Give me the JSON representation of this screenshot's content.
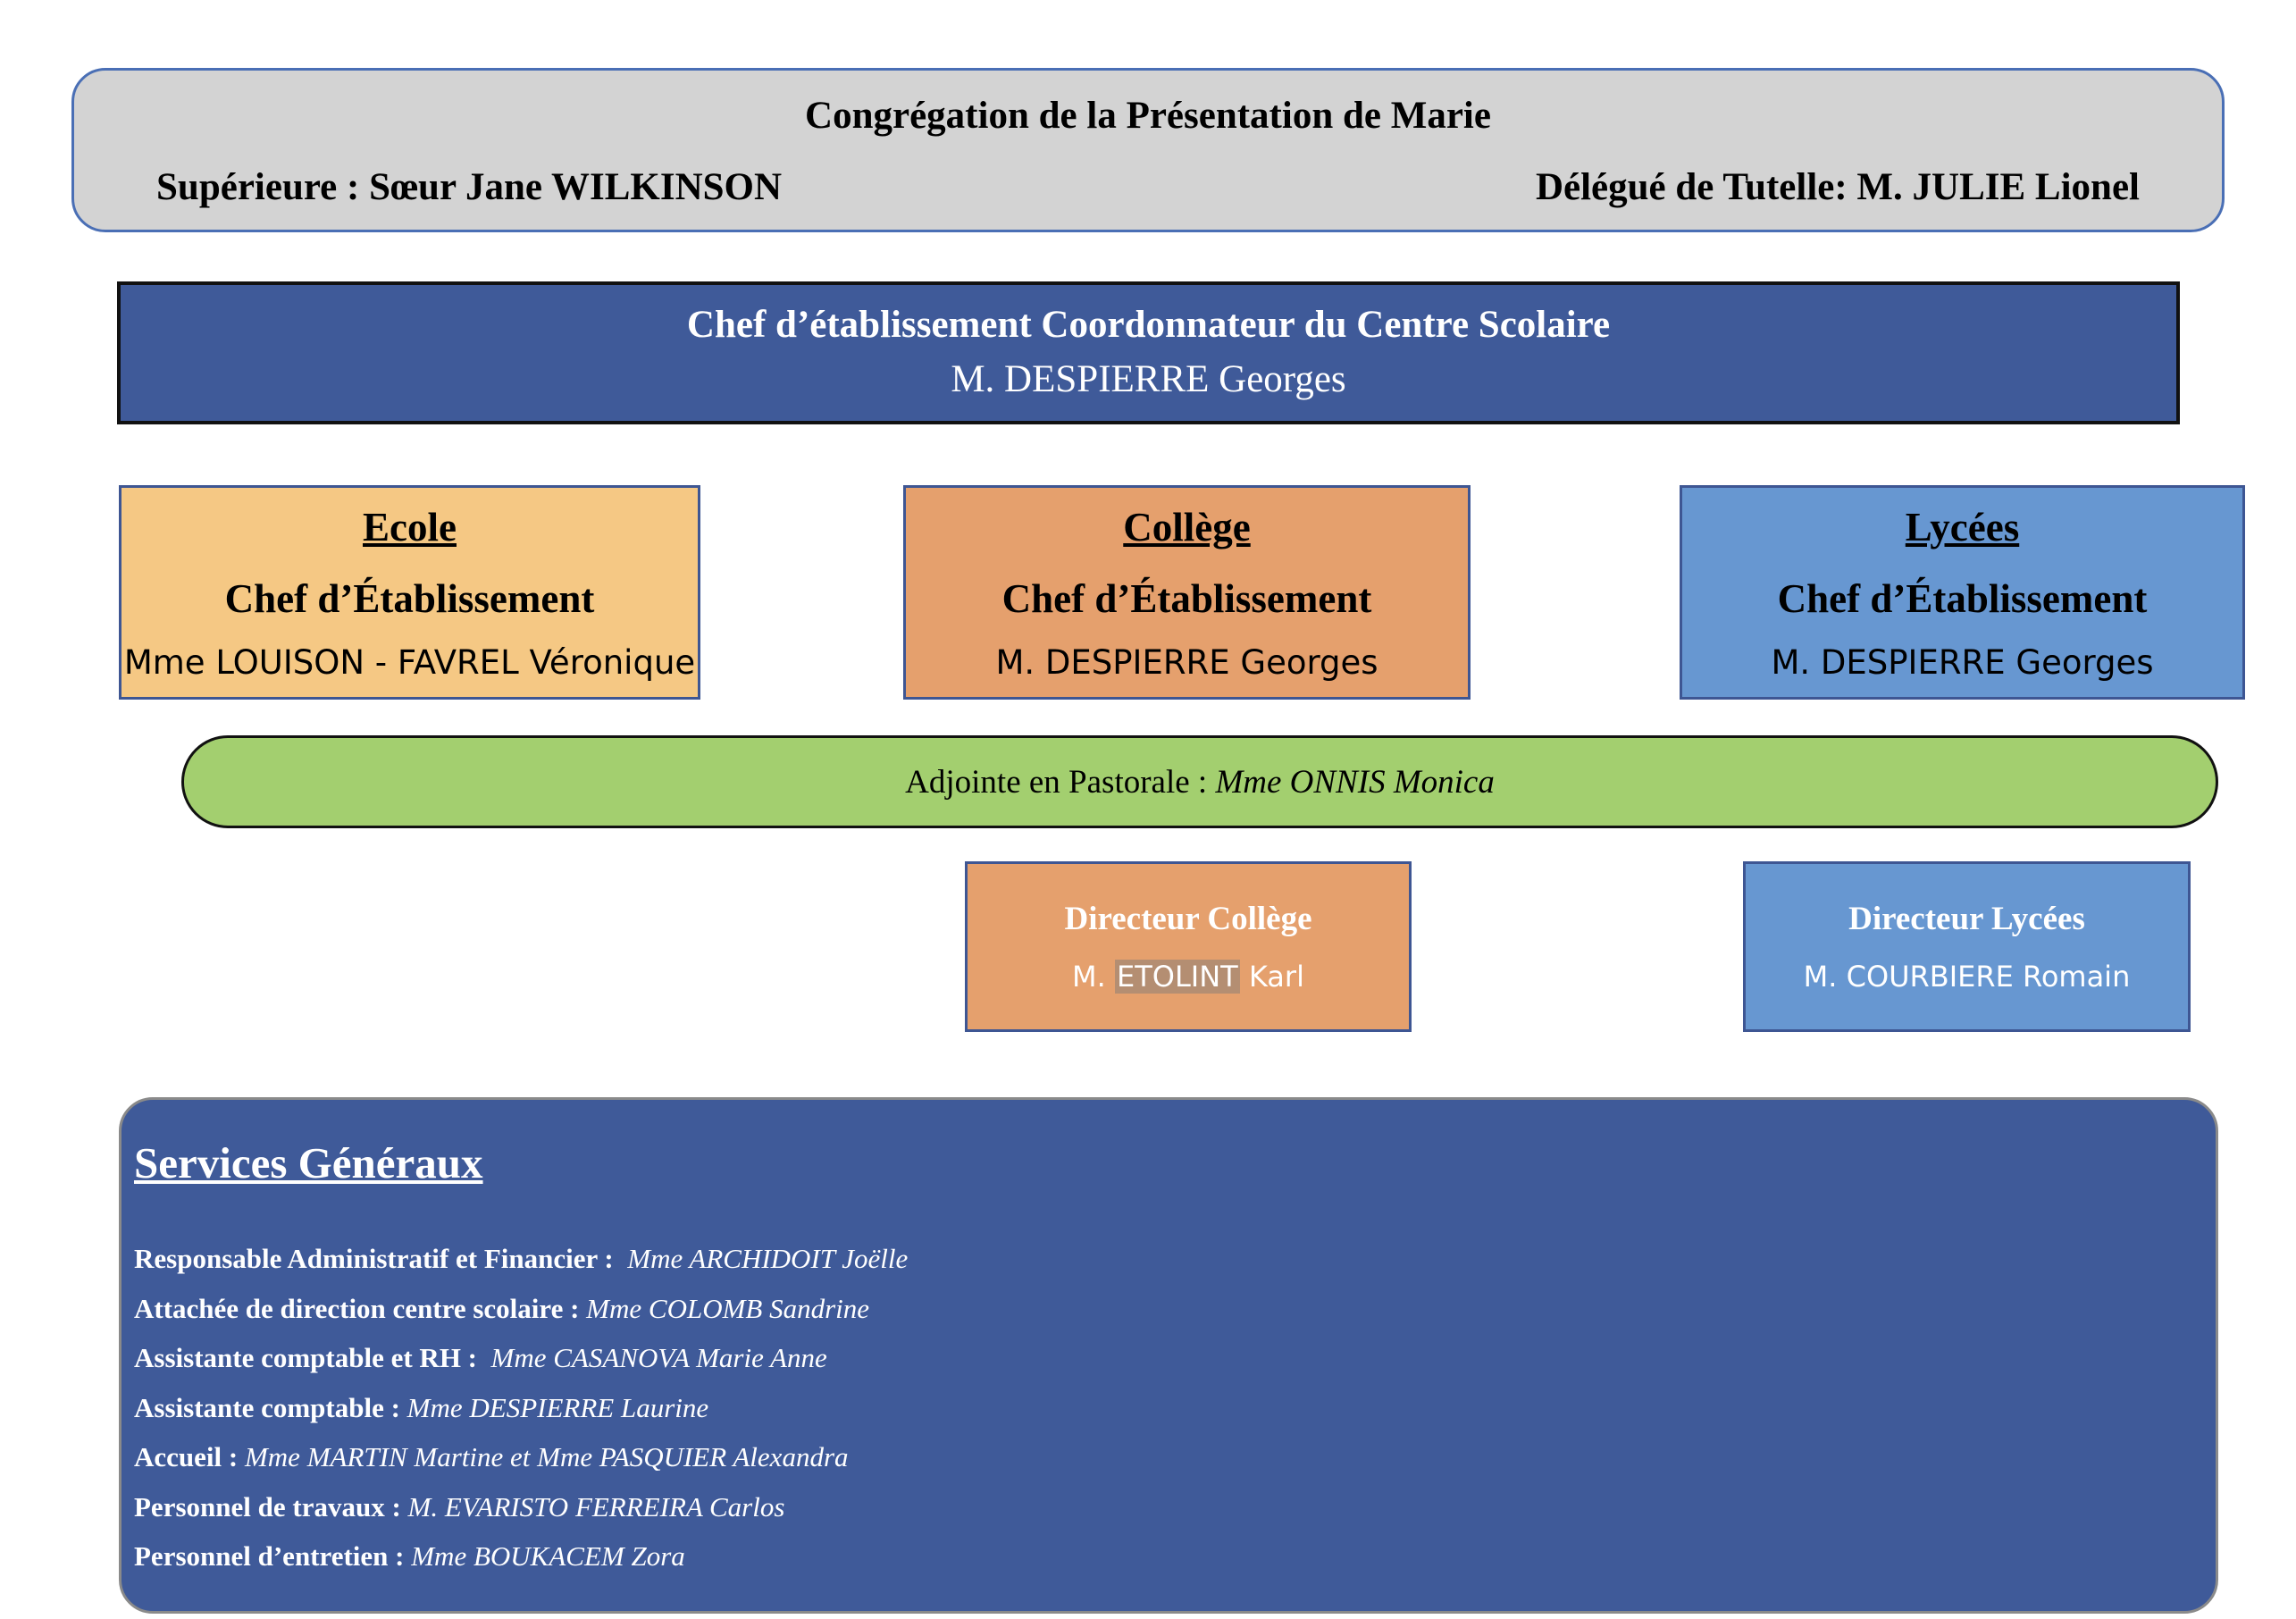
{
  "congregation": {
    "title": "Congrégation de la Présentation de Marie",
    "superior": "Supérieure : Sœur Jane WILKINSON",
    "delegate": "Délégué de Tutelle: M. JULIE Lionel"
  },
  "coordinator": {
    "role": "Chef d’établissement Coordonnateur du Centre Scolaire",
    "name": "M. DESPIERRE Georges"
  },
  "divisions": [
    {
      "heading": "Ecole",
      "role": "Chef d’Établissement",
      "name": "Mme LOUISON - FAVREL Véronique"
    },
    {
      "heading": "Collège",
      "role": "Chef d’Établissement",
      "name": "M. DESPIERRE Georges"
    },
    {
      "heading": "Lycées",
      "role": "Chef d’Établissement",
      "name": "M. DESPIERRE Georges"
    }
  ],
  "pastoral": {
    "label": "Adjointe en Pastorale : ",
    "name": "Mme ONNIS Monica"
  },
  "directors": [
    {
      "role": "Directeur Collège",
      "name_prefix": "M. ",
      "name_highlight": "ETOLINT",
      "name_suffix": " Karl"
    },
    {
      "role": "Directeur Lycées",
      "name": "M. COURBIERE Romain"
    }
  ],
  "services": {
    "title": "Services Généraux",
    "items": [
      {
        "label": "Responsable Administratif et Financier : ",
        "value": " Mme ARCHIDOIT Joëlle"
      },
      {
        "label": "Attachée de direction centre scolaire : ",
        "value": "Mme COLOMB Sandrine"
      },
      {
        "label": "Assistante comptable et RH : ",
        "value": " Mme CASANOVA Marie Anne"
      },
      {
        "label": "Assistante comptable : ",
        "value": "Mme DESPIERRE Laurine"
      },
      {
        "label": "Accueil : ",
        "value": "Mme MARTIN Martine et Mme PASQUIER Alexandra"
      },
      {
        "label": "Personnel de travaux : ",
        "value": "M. EVARISTO FERREIRA Carlos"
      },
      {
        "label": "Personnel d’entretien : ",
        "value": "Mme BOUKACEM Zora"
      }
    ]
  },
  "colors": {
    "congregation_bg": "#d3d3d3",
    "navy": "#3f5a99",
    "ecole": "#f5c884",
    "college": "#e5a06d",
    "lycees": "#6797d1",
    "pastoral": "#a3cf6f"
  }
}
